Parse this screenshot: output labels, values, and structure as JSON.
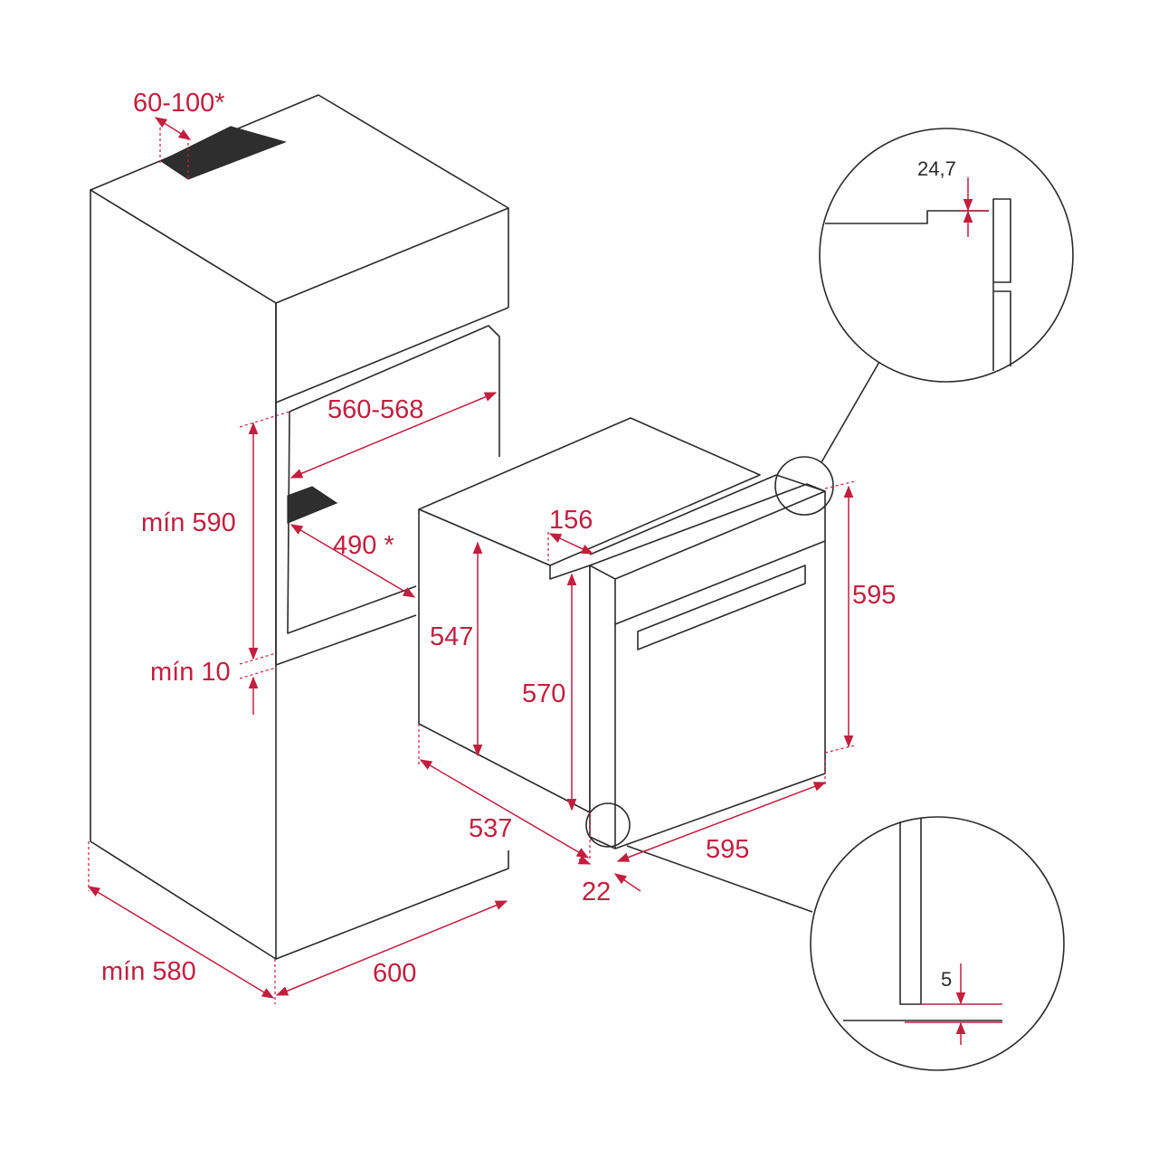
{
  "colors": {
    "dimension": "#c21f3e",
    "outline": "#2b2b2b",
    "background": "#ffffff"
  },
  "labels": {
    "vent_depth": "60-100*",
    "niche_width": "560-568",
    "niche_height": "mín 590",
    "slot_depth": "490 *",
    "bottom_gap": "mín 10",
    "cabinet_depth": "mín 580",
    "cabinet_width": "600",
    "top_offset": "156",
    "body_height_rear": "547",
    "body_height": "570",
    "front_height": "595",
    "body_depth": "537",
    "front_width": "595",
    "front_thickness": "22",
    "detail_top": "24,7",
    "detail_bottom": "5"
  }
}
